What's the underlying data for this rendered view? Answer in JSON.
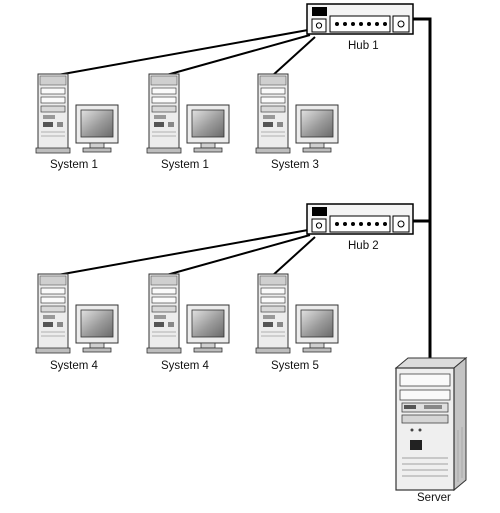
{
  "hubs": [
    {
      "label": "Hub 1"
    },
    {
      "label": "Hub 2"
    }
  ],
  "systems": [
    {
      "label": "System 1",
      "hub": 0
    },
    {
      "label": "System 1",
      "hub": 0
    },
    {
      "label": "System 3",
      "hub": 0
    },
    {
      "label": "System 4",
      "hub": 1
    },
    {
      "label": "System 4",
      "hub": 1
    },
    {
      "label": "System 5",
      "hub": 1
    }
  ],
  "server": {
    "label": "Server"
  },
  "colors": {
    "line": "#000000",
    "case": "#ececec",
    "screen": "#8c8c8c",
    "background": "#ffffff"
  }
}
